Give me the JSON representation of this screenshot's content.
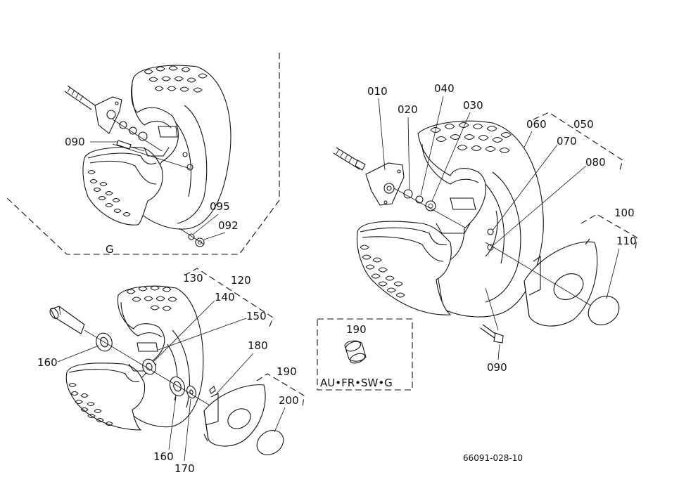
{
  "diagram": {
    "group_label": "G",
    "variant_label": "AU•FR•SW•G",
    "drawing_number": "66091-028-10",
    "callouts": {
      "a010": "010",
      "a020": "020",
      "a030": "030",
      "a040": "040",
      "a050": "050",
      "a060": "060",
      "a070": "070",
      "a080": "080",
      "a090": "090",
      "a100": "100",
      "a110": "110",
      "g090": "090",
      "g092": "092",
      "g095": "095",
      "b120": "120",
      "b130": "130",
      "b140": "140",
      "b150": "150",
      "b160a": "160",
      "b160b": "160",
      "b170": "170",
      "b180": "180",
      "b190": "190",
      "b200": "200",
      "box190": "190"
    }
  }
}
